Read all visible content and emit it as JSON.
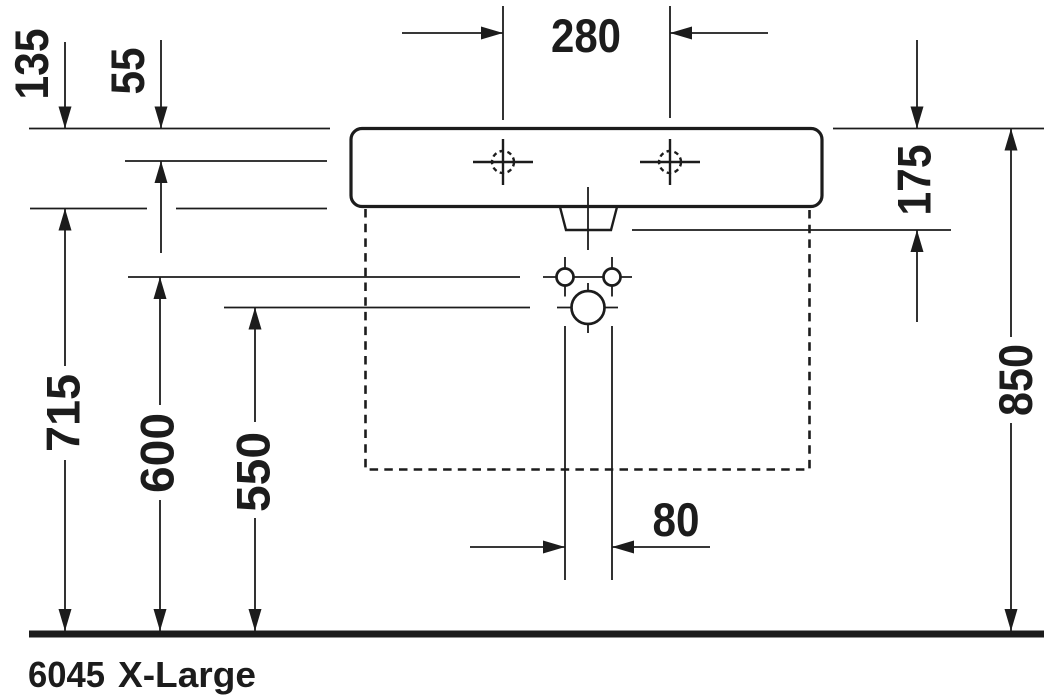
{
  "colors": {
    "ink": "#1c1c1c",
    "background": "#ffffff"
  },
  "dimensions": {
    "d280": "280",
    "d135": "135",
    "d55": "55",
    "d175": "175",
    "d850": "850",
    "d715": "715",
    "d600": "600",
    "d550": "550",
    "d80": "80"
  },
  "footer": {
    "model_number": "6045",
    "model_name": "X-Large"
  }
}
